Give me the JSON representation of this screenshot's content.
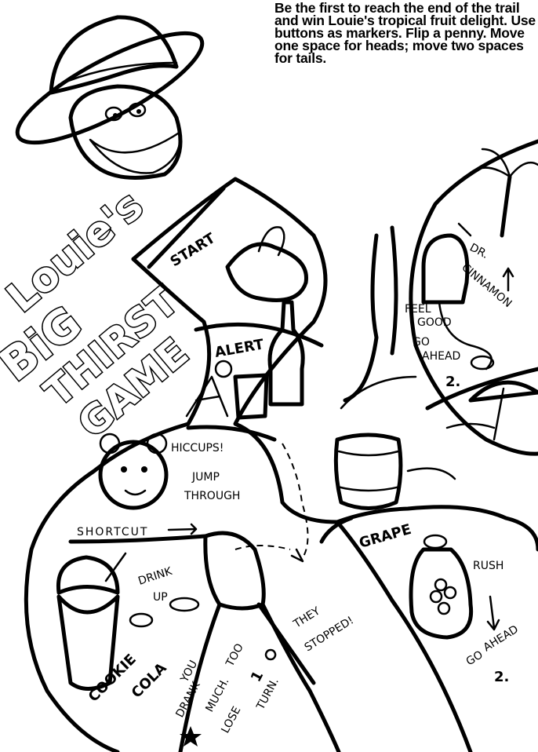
{
  "intro": "Be the first to reach the end of the trail and win Louie's tropical fruit delight. Use buttons as markers. Flip a penny. Move one space for heads; move two spaces for tails.",
  "title": {
    "line1": "Louie's",
    "line2": "BiG",
    "line3": "THIRST",
    "line4": "GAME"
  },
  "spaces": {
    "start": "START",
    "alert": "ALERT",
    "hiccups": "HICCUPS!",
    "jump": "JUMP",
    "through": "THROUGH",
    "shortcut": "SHORTCUT",
    "drink": "DRINK",
    "up": "UP",
    "cookie": "COOKIE",
    "cola": "COLA",
    "you": "YOU",
    "drank": "DRANK",
    "too": "TOO",
    "much": "MUCH.",
    "lose": "LOSE",
    "one": "1",
    "turn": "TURN.",
    "they": "THEY",
    "stopped": "STOPPED!",
    "grape": "GRAPE",
    "rush": "RUSH",
    "go": "GO",
    "ahead": "AHEAD",
    "two": "2.",
    "dr": "DR.",
    "cinnamon": "CINNAMON",
    "feel": "FEEL",
    "good": "GOOD",
    "go2": "GO",
    "ahead2": "AHEAD",
    "two2": "2."
  },
  "icons": [
    "hat-monkey-icon",
    "pointing-hand-icon",
    "bottle-icon",
    "bear-icon",
    "milkshake-icon",
    "barrel-icon",
    "grape-jug-icon",
    "palm-tree-icon",
    "beach-umbrella-icon",
    "dr-cinnamon-machine-icon",
    "star-icon"
  ]
}
